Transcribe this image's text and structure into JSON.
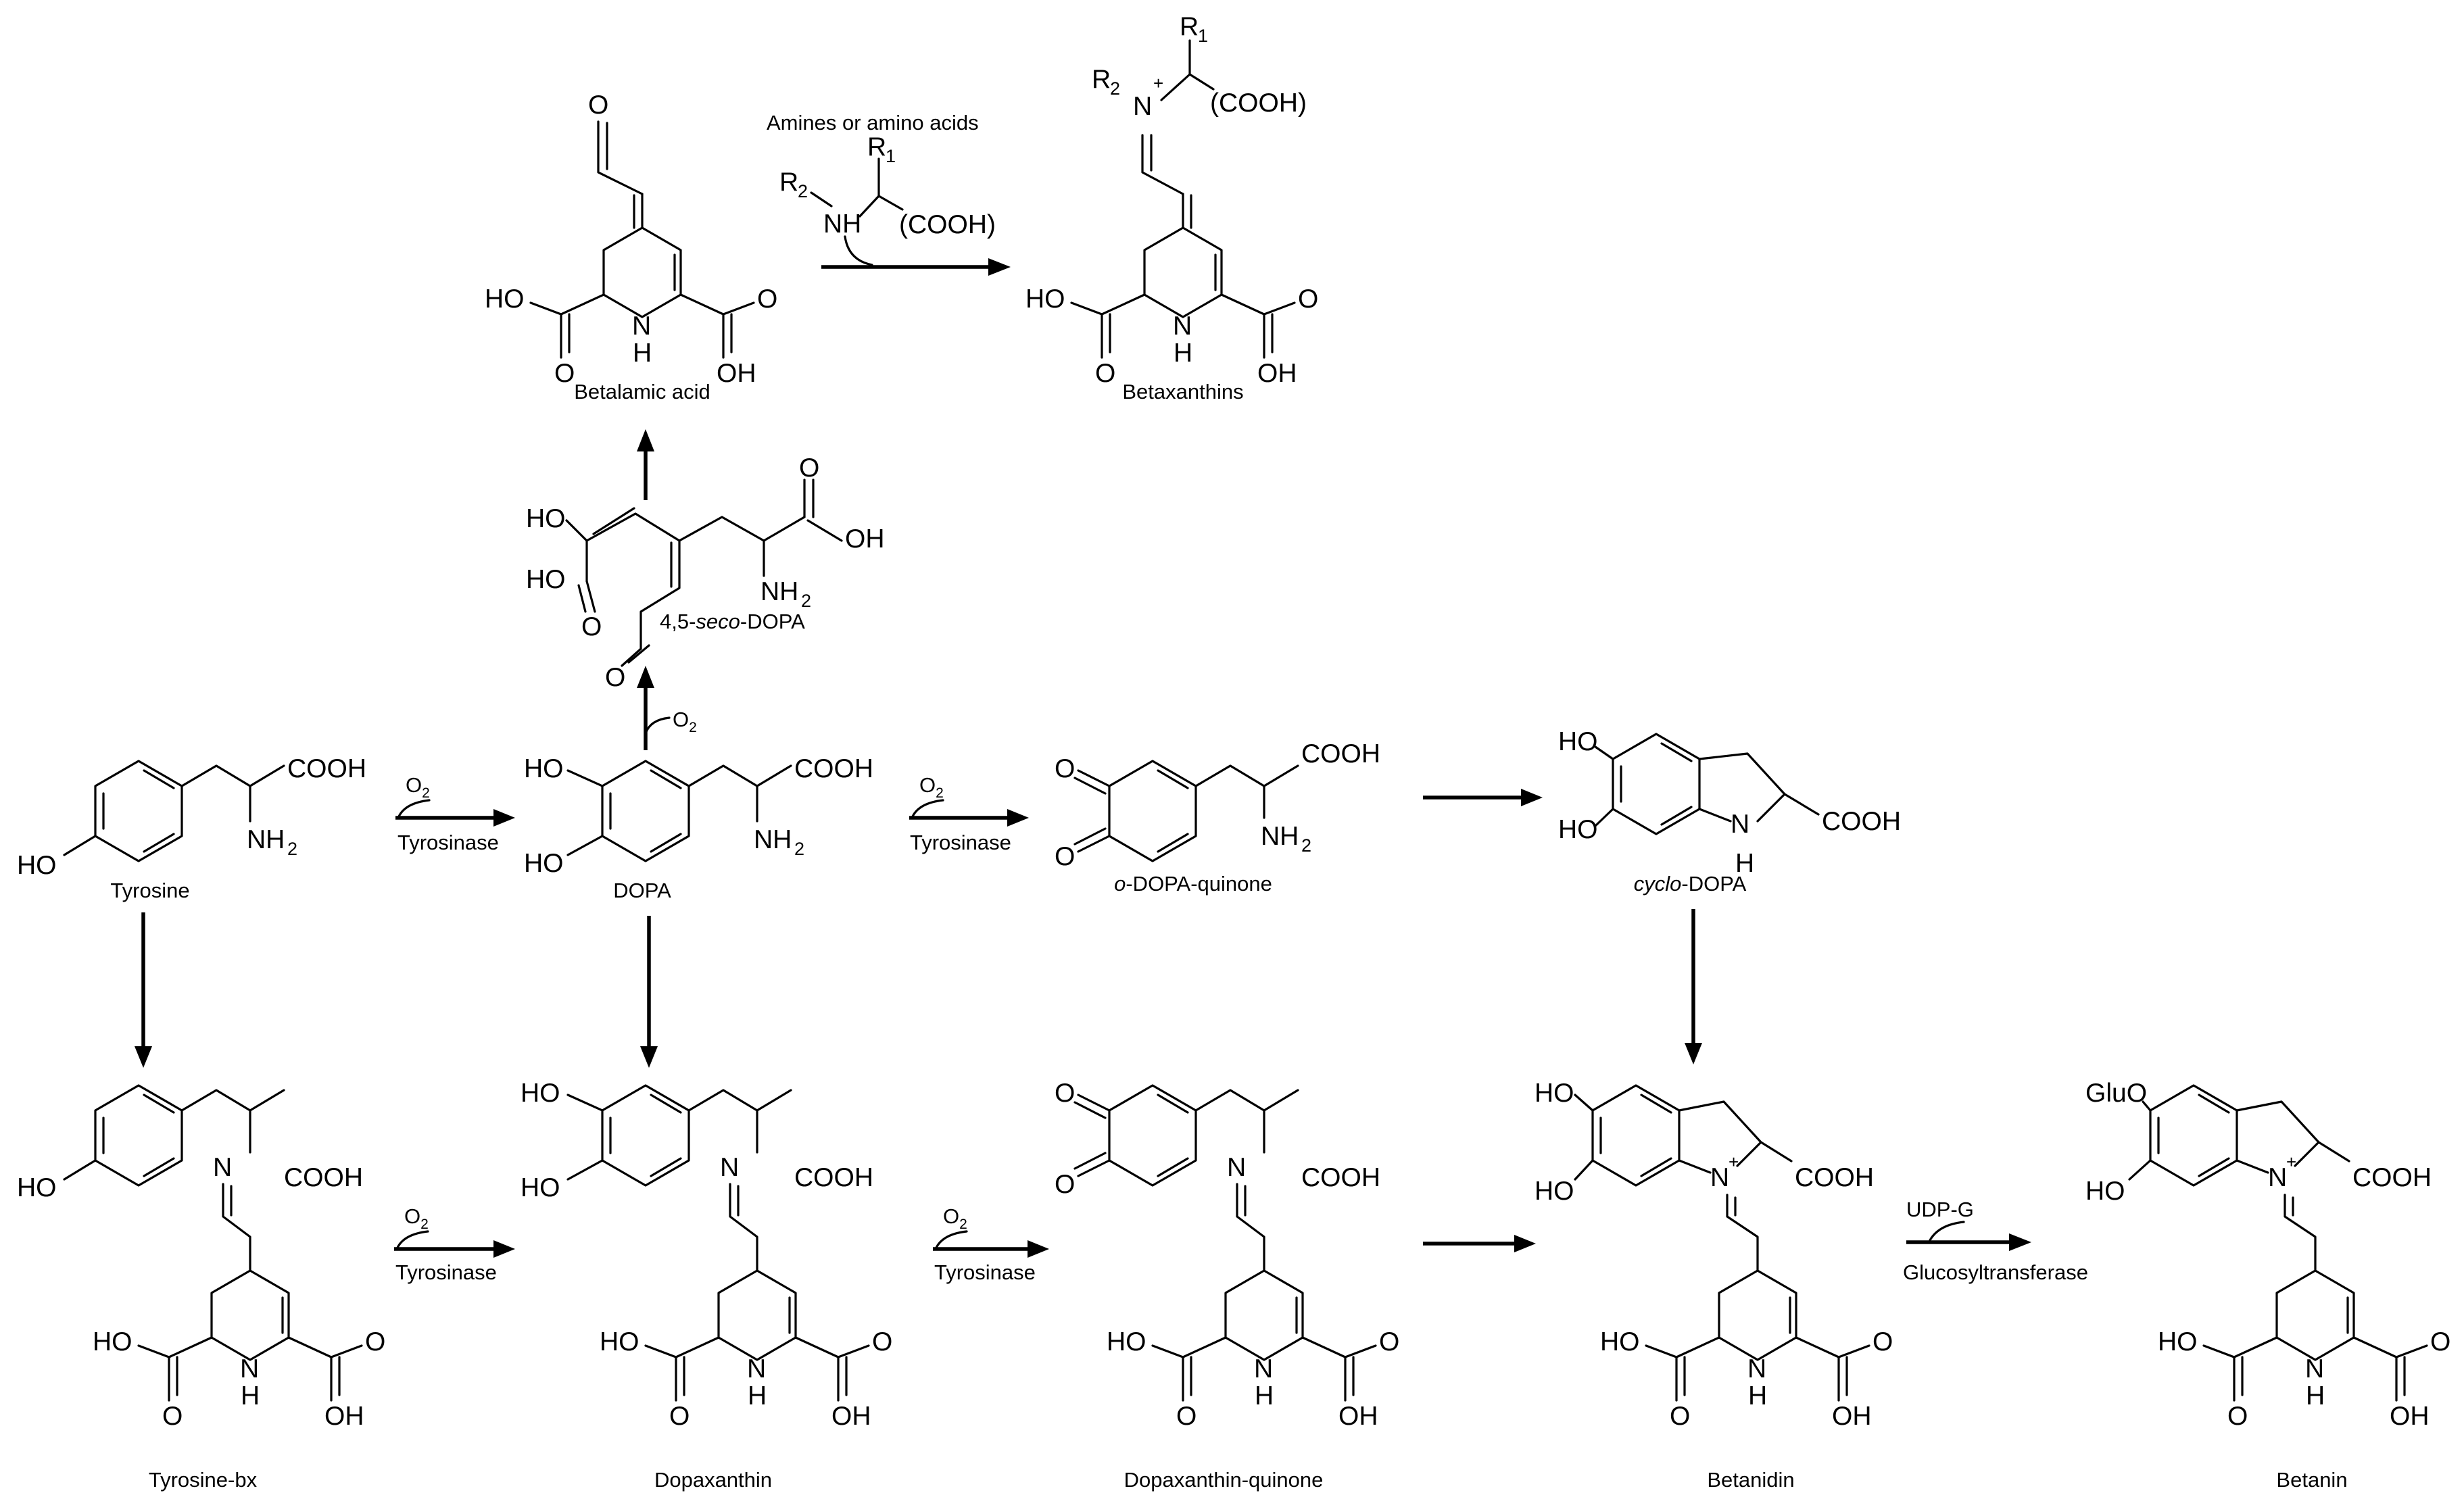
{
  "compounds": {
    "betalamic_acid": "Betalamic acid",
    "betaxanthins": "Betaxanthins",
    "seco_dopa_prefix": "4,5-",
    "seco_dopa_italic": "seco",
    "seco_dopa_suffix": "-DOPA",
    "tyrosine": "Tyrosine",
    "dopa": "DOPA",
    "o_dopa_quinone_italic": "o",
    "o_dopa_quinone_suffix": "-DOPA-quinone",
    "cyclo_dopa_italic": "cyclo",
    "cyclo_dopa_suffix": "-DOPA",
    "tyrosine_bx": "Tyrosine-bx",
    "dopaxanthin": "Dopaxanthin",
    "dopaxanthin_quinone": "Dopaxanthin-quinone",
    "betanidin": "Betanidin",
    "betanin": "Betanin"
  },
  "reactions": {
    "amines_label": "Amines or amino acids",
    "tyrosinase": "Tyrosinase",
    "oxygen": "O",
    "oxygen_sub": "2",
    "udpg": "UDP-G",
    "glucosyltransferase": "Glucosyltransferase"
  }
}
